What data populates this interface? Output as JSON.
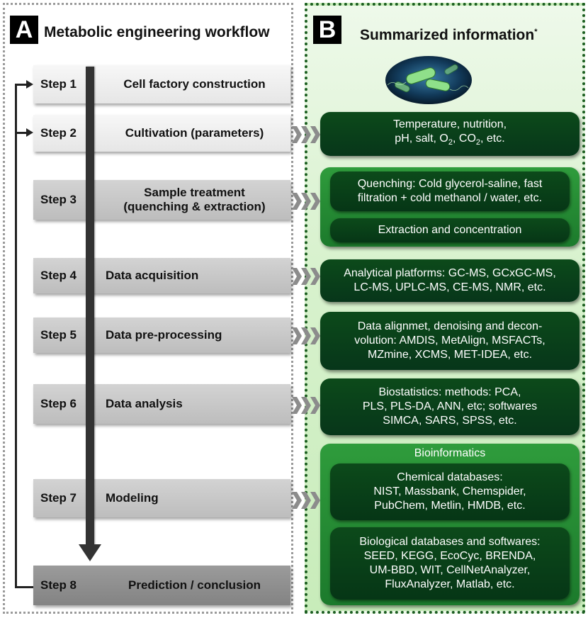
{
  "panel_a": {
    "letter": "A",
    "title": "Metabolic engineering workflow",
    "steps": [
      {
        "number": "Step 1",
        "title": "Cell factory construction"
      },
      {
        "number": "Step 2",
        "title": "Cultivation (parameters)"
      },
      {
        "number": "Step 3",
        "title_line1": "Sample treatment",
        "title_line2": "(quenching & extraction)"
      },
      {
        "number": "Step 4",
        "title": "Data acquisition"
      },
      {
        "number": "Step 5",
        "title": "Data pre-processing"
      },
      {
        "number": "Step 6",
        "title": "Data analysis"
      },
      {
        "number": "Step 7",
        "title": "Modeling"
      },
      {
        "number": "Step 8",
        "title": "Prediction / conclusion"
      }
    ]
  },
  "panel_b": {
    "letter": "B",
    "title": "Summarized information",
    "title_mark": "*",
    "cultivation": {
      "line1": "Temperature, nutrition,",
      "line2_pre": "pH, salt, O",
      "o2_sub": "2",
      "line2_mid": ", CO",
      "co2_sub": "2",
      "line2_post": ", etc."
    },
    "sample_treatment": {
      "quenching_line1": "Quenching: Cold glycerol-saline, fast",
      "quenching_line2": "filtration + cold methanol / water, etc.",
      "extraction": "Extraction and concentration"
    },
    "data_acquisition": {
      "line1": "Analytical platforms: GC-MS, GCxGC-MS,",
      "line2": "LC-MS, UPLC-MS, CE-MS, NMR, etc."
    },
    "preprocessing": {
      "line1": "Data alignmet, denoising and decon-",
      "line2": "volution: AMDIS, MetAlign, MSFACTs,",
      "line3": "MZmine, XCMS, MET-IDEA, etc."
    },
    "analysis": {
      "line1": "Biostatistics: methods: PCA,",
      "line2": "PLS, PLS-DA, ANN, etc; softwares",
      "line3": "SIMCA, SARS, SPSS, etc."
    },
    "modeling": {
      "group_title": "Bioinformatics",
      "chemical_line1": "Chemical databases:",
      "chemical_line2": "NIST, Massbank, Chemspider,",
      "chemical_line3": "PubChem, Metlin, HMDB, etc.",
      "biological_line1": "Biological databases and softwares:",
      "biological_line2": "SEED, KEGG, EcoCyc, BRENDA,",
      "biological_line3": "UM-BBD, WIT, CellNetAnalyzer,",
      "biological_line4": "FluxAnalyzer, Matlab, etc."
    }
  },
  "colors": {
    "dark_green_box": "#0c4a1a",
    "light_green_group": "#2f9c3c",
    "panel_b_background": "#d9f2cf",
    "arrow_dark": "#333333",
    "chevron_gray": "#8c8c8c"
  }
}
